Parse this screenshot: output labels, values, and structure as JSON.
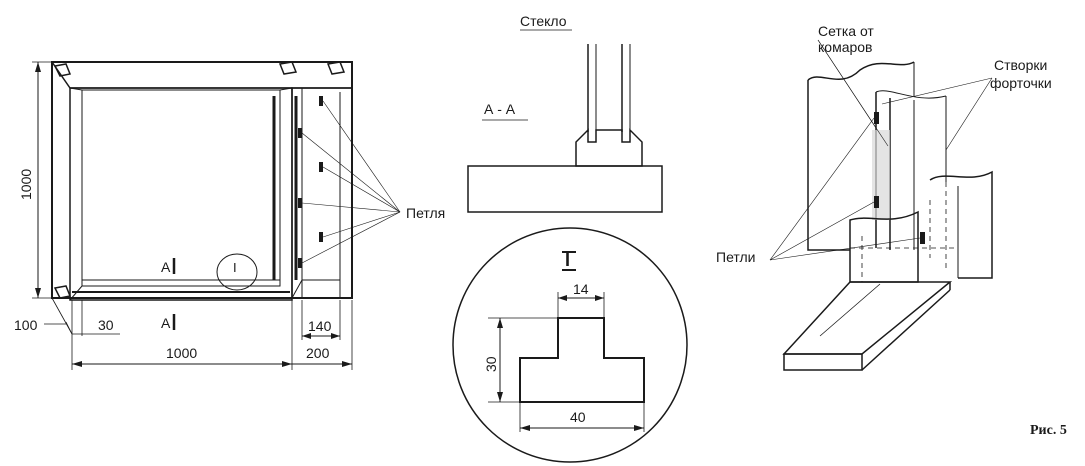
{
  "labels": {
    "glass": "Стекло",
    "section_aa": "А - А",
    "section_mark_upper": "А",
    "section_mark_lower": "А",
    "detail_mark": "I",
    "detail_callout": "I",
    "hinge": "Петля",
    "hinges": "Петли",
    "mosquito_net_line1": "Сетка от",
    "mosquito_net_line2": "комаров",
    "vent_sash_line1": "Створки",
    "vent_sash_line2": "форточки",
    "figure_caption": "Рис. 5"
  },
  "dimensions": {
    "height": "1000",
    "depth": "100",
    "frame_width": "30",
    "width": "1000",
    "vent_inner": "140",
    "vent_outer": "200",
    "profile_top": "14",
    "profile_height": "30",
    "profile_width": "40"
  }
}
